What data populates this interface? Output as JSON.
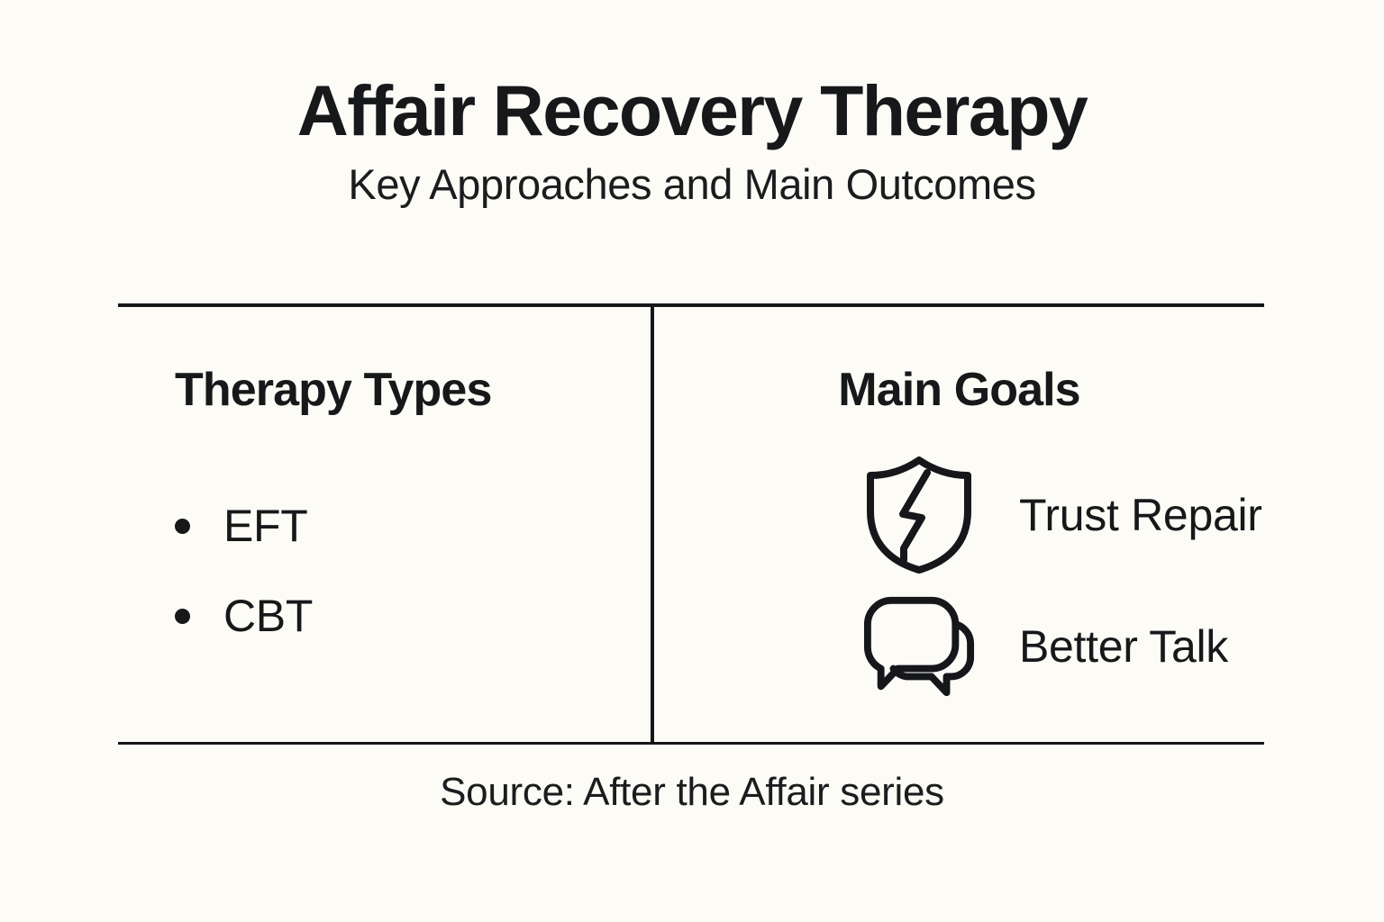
{
  "background_color": "#FCFBF6",
  "text_color": "#16181A",
  "rule_color": "#15171A",
  "header": {
    "title": "Affair Recovery Therapy",
    "subtitle": "Key Approaches and Main Outcomes"
  },
  "columns": {
    "left": {
      "heading": "Therapy Types",
      "items": [
        {
          "label": "EFT"
        },
        {
          "label": "CBT"
        }
      ]
    },
    "right": {
      "heading": "Main Goals",
      "items": [
        {
          "label": "Trust Repair",
          "icon": "cracked-shield-icon"
        },
        {
          "label": "Better Talk",
          "icon": "chat-bubbles-icon"
        }
      ]
    }
  },
  "footer": {
    "source": "Source: After the Affair series"
  }
}
